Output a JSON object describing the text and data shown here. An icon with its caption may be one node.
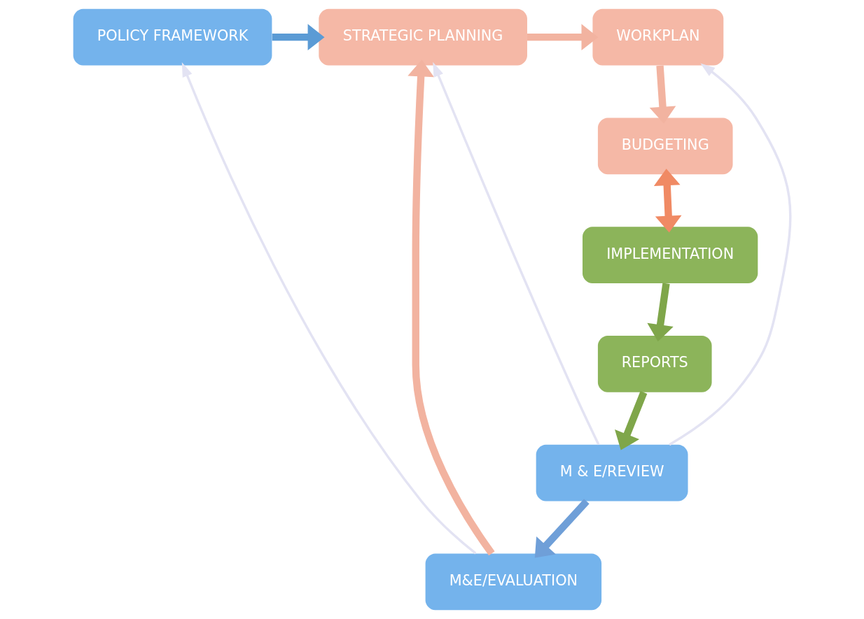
{
  "diagram": {
    "nodes": [
      {
        "text": [
          "POLICY FRAMEWORK"
        ]
      },
      {
        "text": [
          "STRATEGIC PLANNING"
        ]
      },
      {
        "text": [
          "WORKPLAN"
        ]
      },
      {
        "text": [
          "M&E/EVALUATION"
        ]
      },
      {
        "text": [
          "BUDGETING"
        ]
      },
      {
        "text": [
          "M & E/REVIEW"
        ]
      },
      {
        "text": [
          "IMPLEMENTATION"
        ]
      },
      {
        "text": [
          "REPORTS"
        ]
      }
    ],
    "edges": [
      {
        "from": 0,
        "to": 1,
        "arrow": "to",
        "color": "#5b9bd5"
      },
      {
        "from": 1,
        "to": 2,
        "arrow": "to",
        "color": "#f2b3a0"
      },
      {
        "from": 2,
        "to": 4,
        "arrow": "to",
        "color": "#f2b3a0"
      },
      {
        "from": 4,
        "to": 6,
        "arrow": "both",
        "color": "#f08a64"
      },
      {
        "from": 6,
        "to": 7,
        "arrow": "to",
        "color": "#7fa64a"
      },
      {
        "from": 7,
        "to": 5,
        "arrow": "to",
        "color": "#7fa64a"
      },
      {
        "from": 5,
        "to": 3,
        "arrow": "to",
        "color": "#6f9fd8"
      },
      {
        "from": 3,
        "to": 1,
        "arrow": "to",
        "color": "#f2b3a0"
      },
      {
        "from": 3,
        "to": 0,
        "arrow": "to",
        "color": "#e3e3f3"
      },
      {
        "from": 5,
        "to": 1,
        "arrow": "to",
        "color": "#e3e3f3"
      },
      {
        "from": 5,
        "to": 2,
        "arrow": "to",
        "color": "#e3e3f3"
      }
    ]
  }
}
